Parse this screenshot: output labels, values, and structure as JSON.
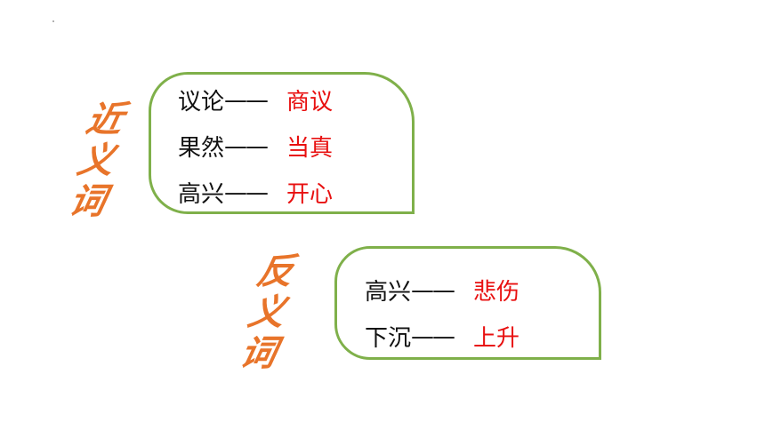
{
  "colors": {
    "title": "#e8742a",
    "answer": "#e81010",
    "box_border": "#7fb04a",
    "text": "#111111"
  },
  "synonym": {
    "title_chars": [
      "近",
      "义",
      "词"
    ],
    "pairs": [
      {
        "word": "议论",
        "dash": "——",
        "answer": "商议"
      },
      {
        "word": "果然",
        "dash": "——",
        "answer": "当真"
      },
      {
        "word": "高兴",
        "dash": "——",
        "answer": "开心"
      }
    ]
  },
  "antonym": {
    "title_chars": [
      "反",
      "义",
      "词"
    ],
    "pairs": [
      {
        "word": "高兴",
        "dash": "——",
        "answer": "悲伤"
      },
      {
        "word": "下沉",
        "dash": "——",
        "answer": "上升"
      }
    ]
  }
}
